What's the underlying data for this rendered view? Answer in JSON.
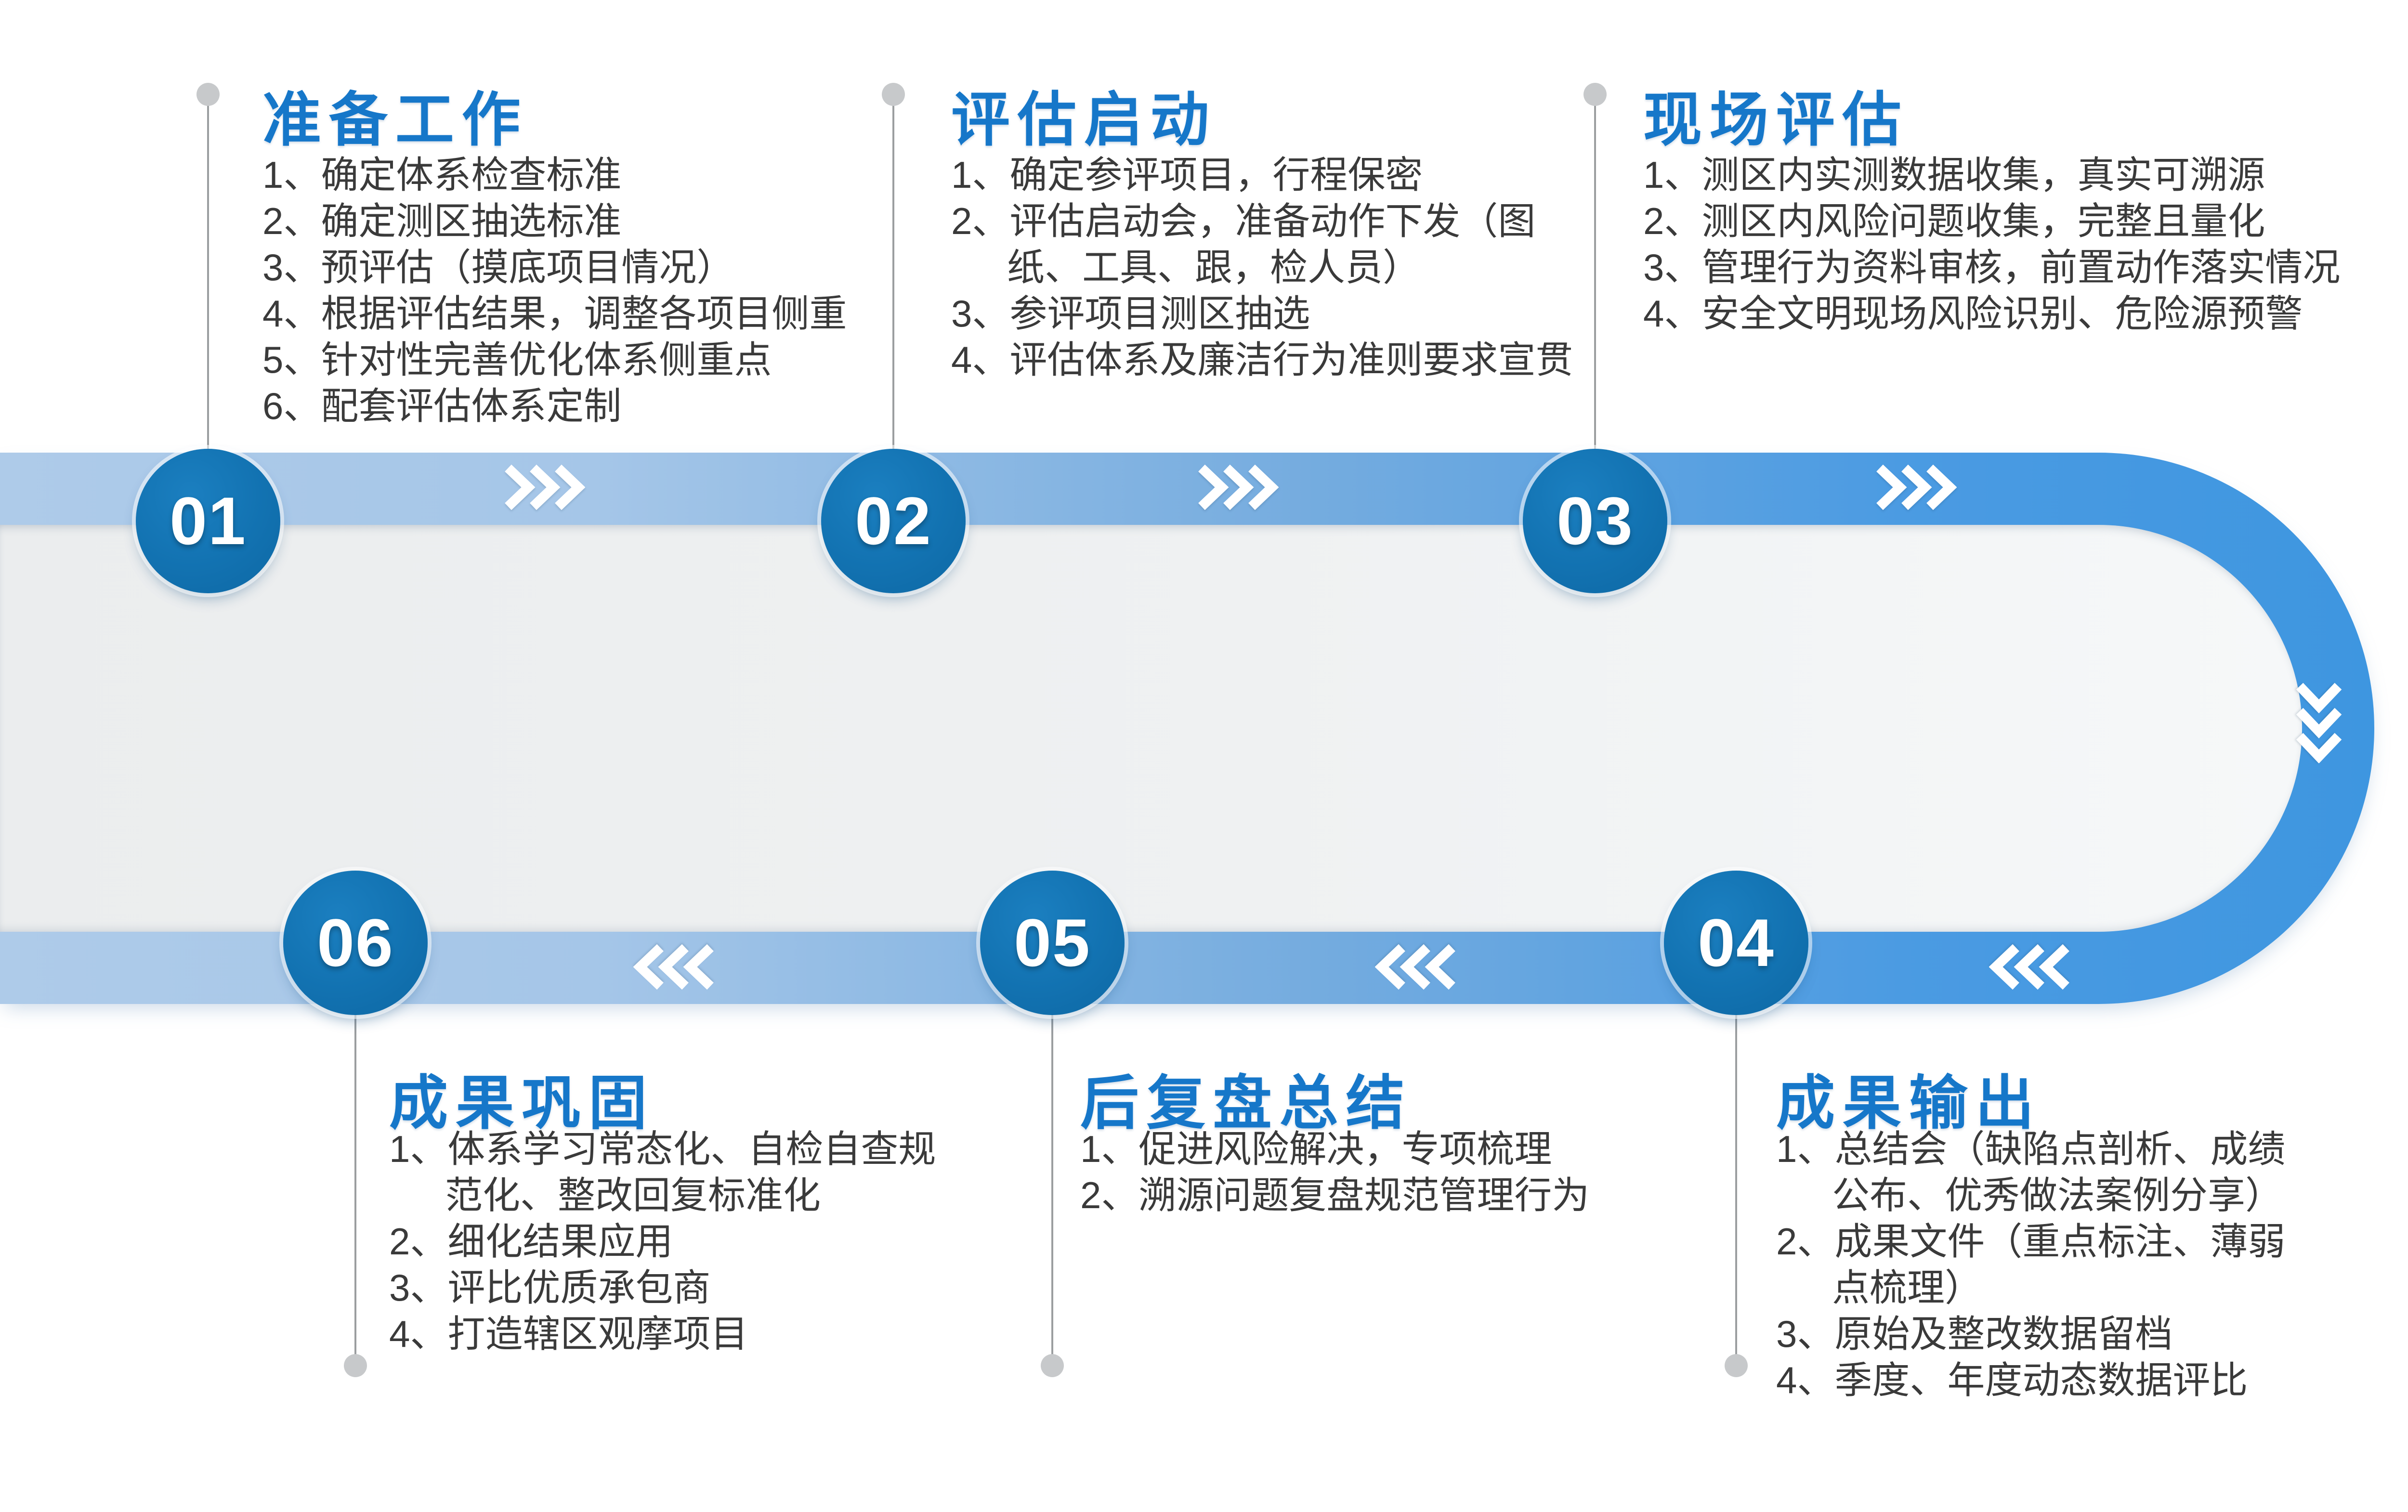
{
  "colors": {
    "title_blue": "#1677c9",
    "body_text": "#3a3a3a",
    "band_light_blue": "#aecbe9",
    "band_bright_blue": "#3e96e0",
    "node_blue": "#1272b1",
    "track_interior_gray": "#ebedee",
    "connector_line_gray": "#9b9ea0",
    "connector_dot_gray": "#c7c9cb",
    "chevron_white": "#ffffff"
  },
  "icons": {
    "forward": "chevron-right-icon",
    "backward": "chevron-left-icon",
    "turn": "chevron-down-icon"
  },
  "stages": [
    {
      "number": "01",
      "title": "准备工作",
      "items": [
        "1、确定体系检查标准",
        "2、确定测区抽选标准",
        "3、预评估（摸底项目情况）",
        "4、根据评估结果，调整各项目侧重",
        "5、针对性完善优化体系侧重点",
        "6、配套评估体系定制"
      ]
    },
    {
      "number": "02",
      "title": "评估启动",
      "items": [
        "1、确定参评项目，行程保密",
        "2、评估启动会，准备动作下发（图纸、工具、跟，检人员）",
        "3、参评项目测区抽选",
        "4、评估体系及廉洁行为准则要求宣贯"
      ]
    },
    {
      "number": "03",
      "title": "现场评估",
      "items": [
        "1、测区内实测数据收集，真实可溯源",
        "2、测区内风险问题收集，完整且量化",
        "3、管理行为资料审核，前置动作落实情况",
        "4、安全文明现场风险识别、危险源预警"
      ]
    },
    {
      "number": "04",
      "title": "成果输出",
      "items": [
        "1、总结会（缺陷点剖析、成绩公布、优秀做法案例分享）",
        "2、成果文件（重点标注、薄弱点梳理）",
        "3、原始及整改数据留档",
        "4、季度、年度动态数据评比"
      ]
    },
    {
      "number": "05",
      "title": "后复盘总结",
      "items": [
        "1、促进风险解决，专项梳理",
        "2、溯源问题复盘规范管理行为"
      ]
    },
    {
      "number": "06",
      "title": "成果巩固",
      "items": [
        "1、体系学习常态化、自检自查规范化、整改回复标准化",
        "2、细化结果应用",
        "3、评比优质承包商",
        "4、打造辖区观摩项目"
      ]
    }
  ]
}
